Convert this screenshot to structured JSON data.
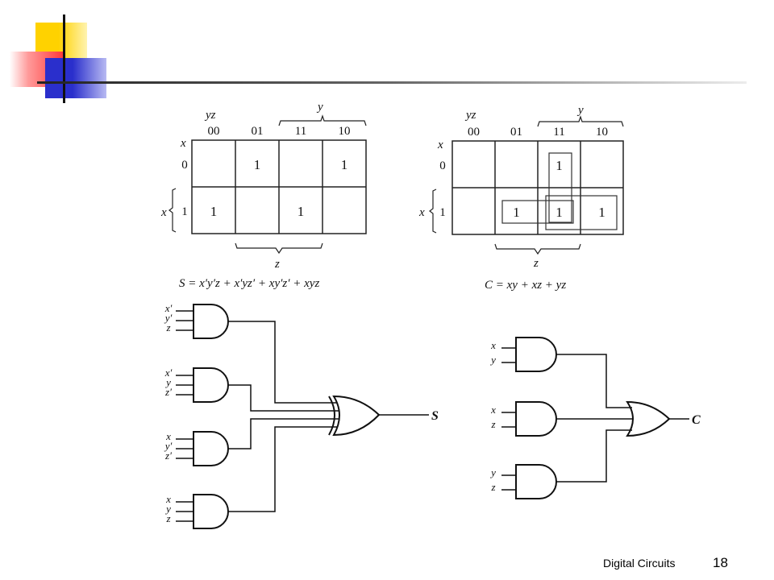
{
  "footer": {
    "title": "Digital Circuits",
    "page_number": "18"
  },
  "theme": {
    "accent_yellow": "#FFD200",
    "accent_red": "#FF3A3A",
    "accent_blue": "#2A2FCC",
    "rule_color": "#888888"
  },
  "kmap_s": {
    "yz_label": "yz",
    "y_label": "y",
    "x_label": "x",
    "z_label": "z",
    "col_headers": [
      "00",
      "01",
      "11",
      "10"
    ],
    "row_headers": [
      "0",
      "1"
    ],
    "cells": [
      [
        "",
        "1",
        "",
        "1"
      ],
      [
        "1",
        "",
        "1",
        ""
      ]
    ],
    "equation": "S = x′y′z + x′yz′ + xy′z′ + xyz"
  },
  "kmap_c": {
    "yz_label": "yz",
    "y_label": "y",
    "x_label": "x",
    "z_label": "z",
    "col_headers": [
      "00",
      "01",
      "11",
      "10"
    ],
    "row_headers": [
      "0",
      "1"
    ],
    "cells": [
      [
        "",
        "",
        "1",
        ""
      ],
      [
        "",
        "1",
        "1",
        "1"
      ]
    ],
    "equation": "C = xy + xz + yz"
  },
  "circuit_s": {
    "output_label": "S",
    "gate_inputs": [
      [
        "x′",
        "y′",
        "z"
      ],
      [
        "x′",
        "y",
        "z′"
      ],
      [
        "x",
        "y′",
        "z′"
      ],
      [
        "x",
        "y",
        "z"
      ]
    ]
  },
  "circuit_c": {
    "output_label": "C",
    "gate_inputs": [
      [
        "x",
        "y"
      ],
      [
        "x",
        "z"
      ],
      [
        "y",
        "z"
      ]
    ]
  }
}
